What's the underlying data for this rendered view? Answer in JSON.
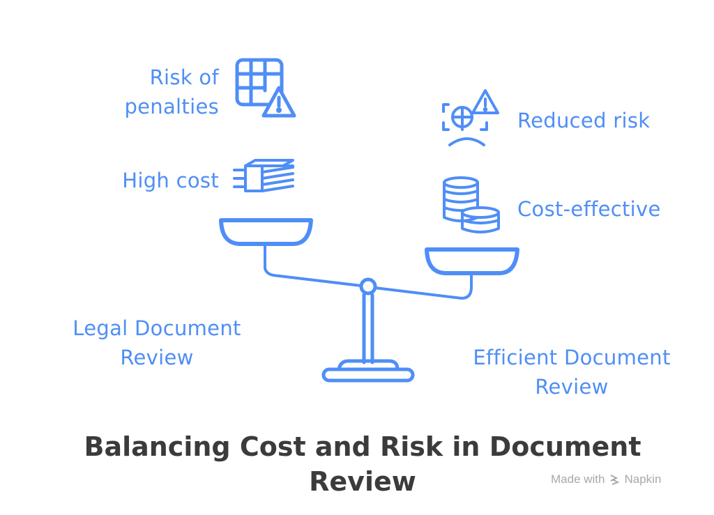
{
  "title": "Balancing Cost and Risk in Document Review",
  "colors": {
    "accent": "#4f8ef7",
    "title": "#3b3b3b",
    "watermark": "#a8a8a8"
  },
  "left": {
    "name": "Legal Document Review",
    "items": [
      {
        "label": "Risk of penalties",
        "icon": "spreadsheet-warning-icon"
      },
      {
        "label": "High cost",
        "icon": "money-stack-icon"
      }
    ]
  },
  "right": {
    "name": "Efficient Document Review",
    "items": [
      {
        "label": "Reduced risk",
        "icon": "risk-scan-icon"
      },
      {
        "label": "Cost-effective",
        "icon": "coin-stacks-icon"
      }
    ]
  },
  "watermark": {
    "prefix": "Made with",
    "brand": "Napkin"
  }
}
